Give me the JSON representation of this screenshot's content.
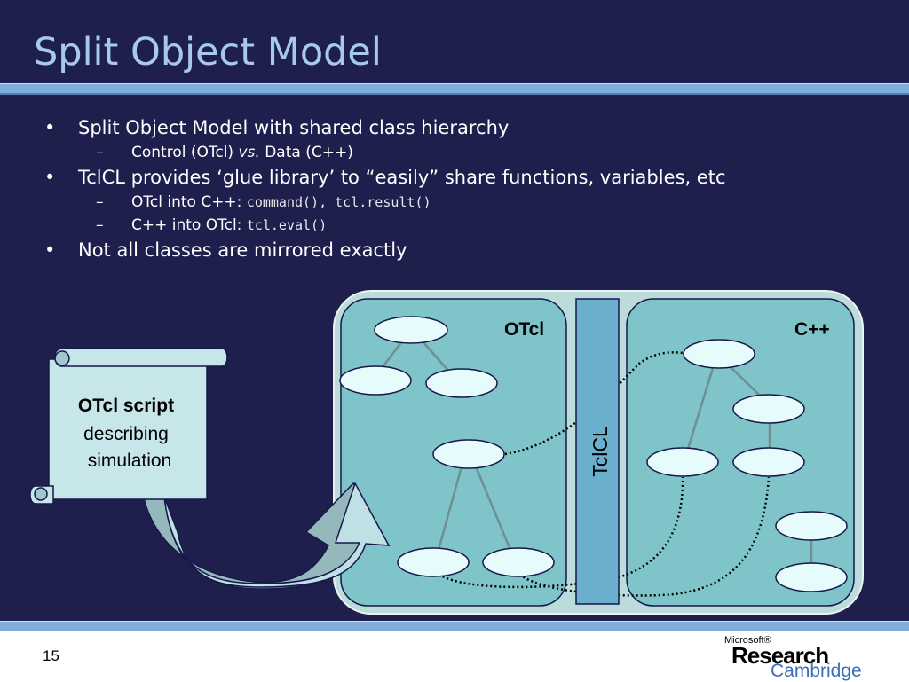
{
  "slide": {
    "title": "Split Object Model",
    "bullets": [
      {
        "marker": "•",
        "text": "Split Object Model with shared class hierarchy"
      },
      {
        "marker": "–",
        "parts": [
          {
            "t": "Control (OTcl) "
          },
          {
            "t": "vs.",
            "italic": true
          },
          {
            "t": " Data (C++)"
          }
        ]
      },
      {
        "marker": "•",
        "text": "TclCL provides ‘glue library’ to “easily” share functions, variables, etc"
      },
      {
        "marker": "–",
        "parts": [
          {
            "t": "OTcl into C++: "
          },
          {
            "t": "command(), tcl.result()",
            "code": true
          }
        ]
      },
      {
        "marker": "–",
        "parts": [
          {
            "t": "C++ into OTcl: "
          },
          {
            "t": "tcl.eval()",
            "code": true
          }
        ]
      },
      {
        "marker": "•",
        "text": "Not all classes are mirrored exactly"
      }
    ]
  },
  "diagram": {
    "script_box": {
      "line1": "OTcl script",
      "line2": "describing",
      "line3": "simulation"
    },
    "otcl_label": "OTcl",
    "cpp_label": "C++",
    "tclcl_label": "TclCL",
    "colors": {
      "outer": "#bcdcdc",
      "panel": "#7ec4c8",
      "node": "#e6fcfc",
      "tclcl_bar": "#6ab0cc",
      "scroll": "#c6e6ea",
      "arrow_dark": "#95b8bc",
      "arrow_light": "#bfe0e4"
    }
  },
  "footer": {
    "page_number": "15",
    "logo": {
      "microsoft": "Microsoft®",
      "research": "Research",
      "cambridge": "Cambridge"
    }
  }
}
